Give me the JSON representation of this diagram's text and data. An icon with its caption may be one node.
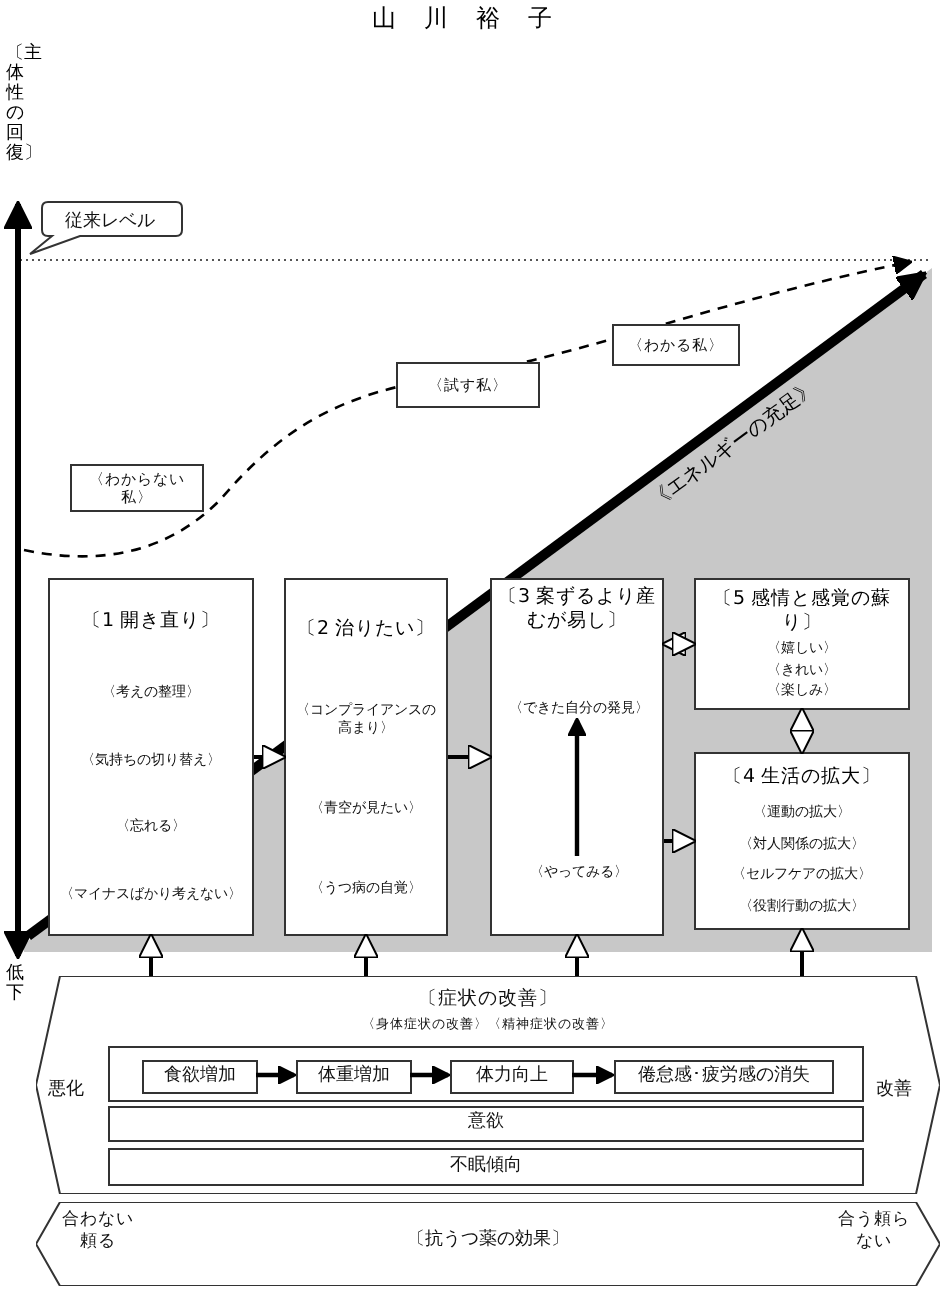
{
  "diagram": {
    "title": "山川裕子",
    "nodes": [
      {
        "text": [
          "〔1 開き直り〕",
          "〈考えの整理〉",
          "〈気持ちの切り替え〉",
          "〈忘れる〉",
          "〈マイナスばかり考えない〉"
        ]
      },
      {
        "text": [
          "〔2 治りたい〕",
          "〈コンプライアンスの高まり〉",
          "〈青空が見たい〉",
          "〈うつ病の自覚〉"
        ]
      },
      {
        "text": [
          "〔3 案ずるより産むが易し〕"
        ]
      },
      {
        "text": [
          "〈できた自分の発見〉"
        ],
        "in": 2
      },
      {
        "text": [
          "〈やってみる〉"
        ],
        "in": 2
      },
      {
        "text": [
          "〔5 感情と感覚の蘇り〕",
          "〈嬉しい〉",
          "〈きれい〉",
          "〈楽しみ〉"
        ]
      },
      {
        "text": [
          "〔4 生活の拡大〕",
          "〈運動の拡大〉",
          "〈対人関係の拡大〉",
          "〈セルフケアの拡大〉",
          "〈役割行動の拡大〉"
        ]
      },
      {
        "text": [
          "〈わからない私〉"
        ]
      },
      {
        "text": [
          "〈試す私〉"
        ]
      },
      {
        "text": [
          "〈わかる私〉"
        ]
      },
      {
        "text": [
          "従来レベル"
        ]
      },
      {
        "text": [
          "〔症状の改善〕",
          "〈身体症状の改善〉〈精神症状の改善〉",
          "悪化",
          "改善"
        ]
      },
      {
        "text": [],
        "shape": "box",
        "in": 11
      },
      {
        "text": [
          "食欲増加"
        ],
        "in": 12
      },
      {
        "text": [
          "体重増加"
        ],
        "in": 12
      },
      {
        "text": [
          "体力向上"
        ],
        "in": 12
      },
      {
        "text": [
          "倦怠感･疲労感の消失"
        ],
        "in": 12
      },
      {
        "text": [
          "意欲"
        ],
        "in": 11
      },
      {
        "text": [
          "不眠傾向"
        ],
        "in": 11
      },
      {
        "text": [
          "合わない頼る",
          "〔抗うつ薬の効果〕",
          "合う頼らない"
        ]
      }
    ],
    "edges": [
      {
        "from": 0,
        "to": 1,
        "arrow": "to"
      },
      {
        "from": 1,
        "to": 2,
        "arrow": "to"
      },
      {
        "from": 2,
        "to": 6,
        "arrow": "to"
      },
      {
        "from": 2,
        "to": 5,
        "arrow": "both"
      },
      {
        "from": 5,
        "to": 6,
        "arrow": "both"
      },
      {
        "from": 4,
        "to": 3,
        "arrow": "to"
      },
      {
        "from": 11,
        "to": 0,
        "arrow": "to"
      },
      {
        "from": 11,
        "to": 1,
        "arrow": "to"
      },
      {
        "from": 11,
        "to": 2,
        "arrow": "to"
      },
      {
        "from": 11,
        "to": 6,
        "arrow": "to"
      },
      {
        "from": 13,
        "to": 14,
        "arrow": "to"
      },
      {
        "from": 14,
        "to": 15,
        "arrow": "to"
      },
      {
        "from": 15,
        "to": 16,
        "arrow": "to"
      }
    ],
    "labels": [
      "〔主体性の回復〕",
      "《エネルギーの充足》",
      "低下"
    ]
  }
}
